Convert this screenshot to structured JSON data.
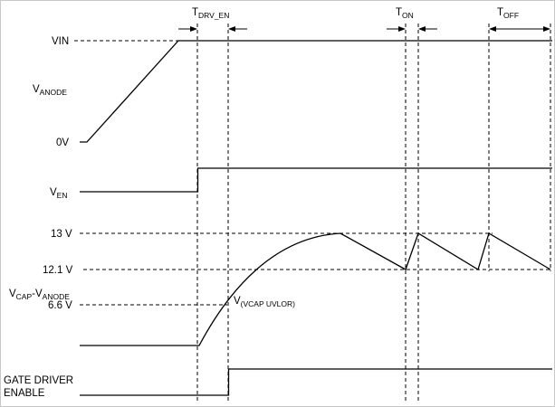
{
  "figure": {
    "type": "gate-driver-timing-diagram",
    "background": "#ffffff",
    "line_color": "#000000",
    "border_color": "#c8c8c8"
  },
  "timing": {
    "t_drv_en": {
      "base": "T",
      "sub": "DRV_EN"
    },
    "t_on": {
      "base": "T",
      "sub": "ON"
    },
    "t_off": {
      "base": "T",
      "sub": "OFF"
    }
  },
  "vanode": {
    "label": {
      "base": "V",
      "sub": "ANODE"
    },
    "high_level": "VIN",
    "low_level": "0V"
  },
  "ven": {
    "label": {
      "base": "V",
      "sub": "EN"
    }
  },
  "vcap": {
    "label": {
      "base1": "V",
      "sub1": "CAP",
      "base2": "-V",
      "sub2": "ANODE"
    },
    "peak_level": "13 V",
    "ripple_low_level": "12.1 V",
    "uvlo_level": "6.6 V",
    "uvlo_label": {
      "base": "V",
      "sub": "(VCAP UVLOR)"
    }
  },
  "gate_driver": {
    "label_line1": "GATE DRIVER",
    "label_line2": "ENABLE"
  }
}
